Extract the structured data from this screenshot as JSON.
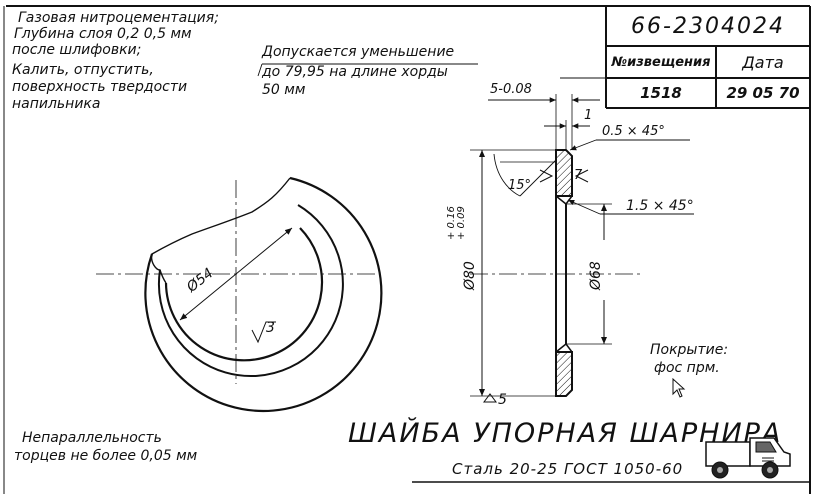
{
  "title_block": {
    "drawing_number": "66-2304024",
    "notice_header": "№извещения",
    "date_header": "Дата",
    "notice_number": "1518",
    "date_value": "29 05 70"
  },
  "notes": {
    "treatment": [
      "Газовая нитроцементация;",
      "Глубина слоя 0,2  0,5 мм",
      "после шлифовки;",
      "Калить, отпустить,",
      "поверхность  твердости",
      "напильника"
    ],
    "tolerance": [
      "Допускается уменьшение",
      "до 79,95 на длине хорды",
      "50 мм"
    ],
    "parallelism": [
      "Непараллельность",
      "торцев  не более 0,05 мм"
    ],
    "coating": [
      "Покрытие:",
      "фос  прм."
    ]
  },
  "dimensions": {
    "inner_diameter": "Ø54",
    "roughness_face": "3",
    "thickness": "5-0.08",
    "step": "1",
    "chamfer_small": "0.5 × 45°",
    "chamfer_large": "1.5 × 45°",
    "angle": "15°",
    "roughness_side": "7",
    "outer_diameter": "Ø80",
    "outer_tol_upper": "+ 0.16",
    "outer_tol_lower": "+ 0.09",
    "bore_diameter": "Ø68",
    "roughness_general": "5"
  },
  "part": {
    "title": "ШАЙБА  УПОРНАЯ  ШАРНИРА",
    "material": "Сталь  20-25   ГОСТ  1050-60"
  }
}
